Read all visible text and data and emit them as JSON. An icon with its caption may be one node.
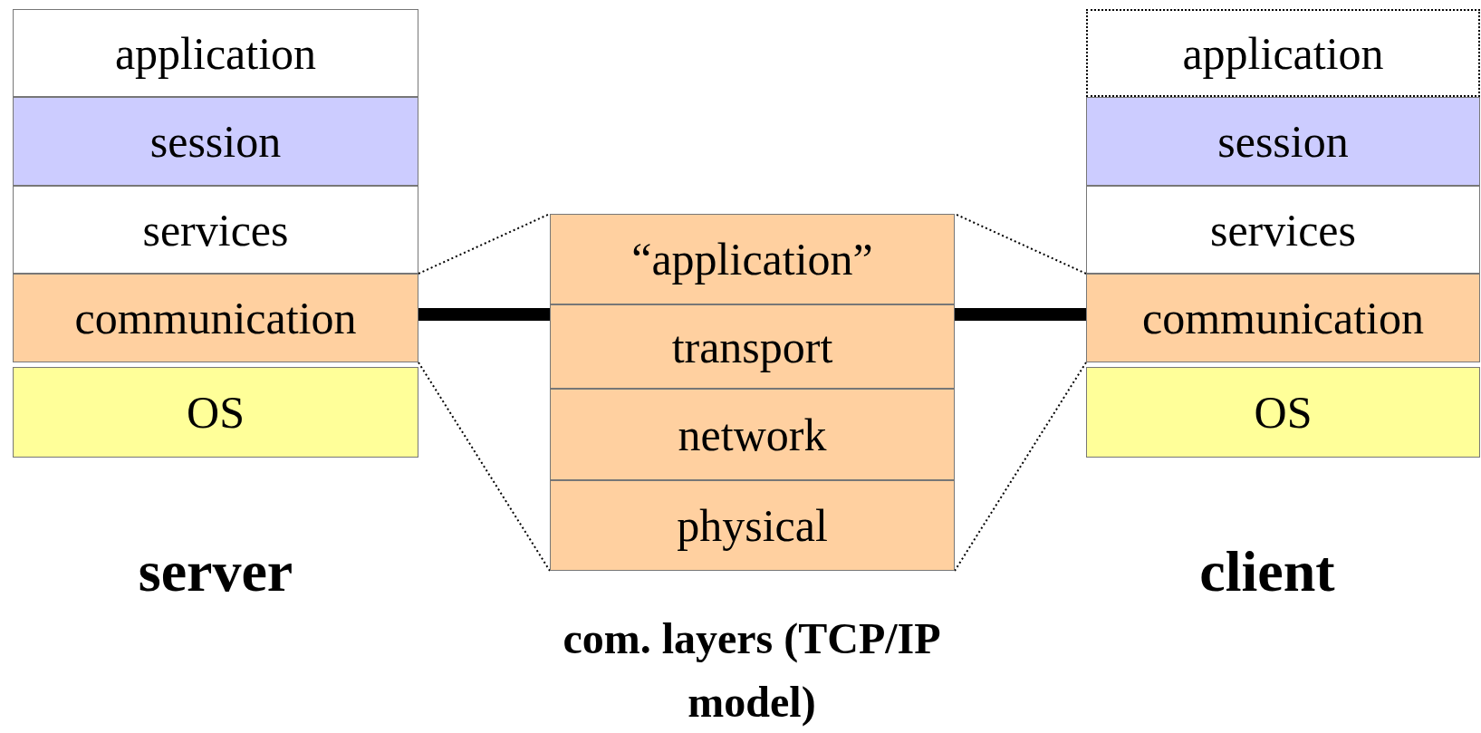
{
  "diagram": {
    "nodes": [
      {
        "text": [
          "application"
        ]
      },
      {
        "text": [
          "session"
        ]
      },
      {
        "text": [
          "services"
        ]
      },
      {
        "text": [
          "communication"
        ]
      },
      {
        "text": [
          "OS"
        ]
      },
      {
        "text": [
          "“application”"
        ]
      },
      {
        "text": [
          "transport"
        ]
      },
      {
        "text": [
          "network"
        ]
      },
      {
        "text": [
          "physical"
        ]
      },
      {
        "text": [
          "application"
        ]
      },
      {
        "text": [
          "session"
        ]
      },
      {
        "text": [
          "services"
        ]
      },
      {
        "text": [
          "communication"
        ]
      },
      {
        "text": [
          "OS"
        ]
      }
    ],
    "edges": [
      {
        "from": 3,
        "to": 6,
        "arrow": "none",
        "style": "thick"
      },
      {
        "from": 3,
        "to": 5,
        "arrow": "none",
        "style": "dashed"
      },
      {
        "from": 3,
        "to": 8,
        "arrow": "none",
        "style": "dashed"
      },
      {
        "from": 12,
        "to": 6,
        "arrow": "none",
        "style": "thick"
      },
      {
        "from": 12,
        "to": 5,
        "arrow": "none",
        "style": "dashed"
      },
      {
        "from": 12,
        "to": 8,
        "arrow": "none",
        "style": "dashed"
      }
    ],
    "labels": [
      "server",
      "com. layers (TCP/IP model)",
      "client"
    ]
  }
}
